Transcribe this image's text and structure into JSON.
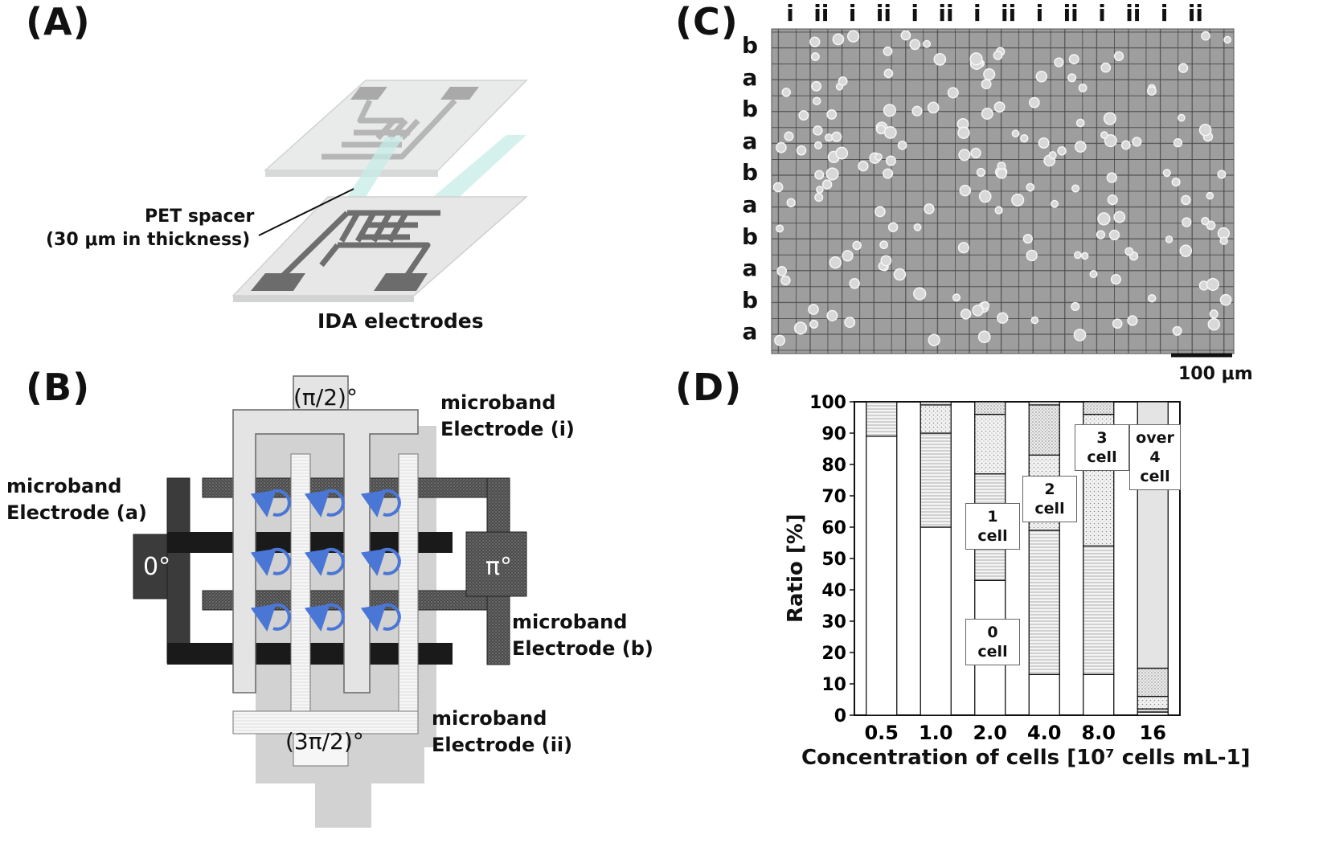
{
  "panels": {
    "a": {
      "label": "(A)",
      "spacer_line1": "PET spacer",
      "spacer_line2": "(30 μm in thickness)",
      "ida": "IDA electrodes"
    },
    "b": {
      "label": "(B)",
      "phase_top": "(π/2)°",
      "phase_bottom": "(3π/2)°",
      "phase_left": "0°",
      "phase_right": "π°",
      "electrode_i_line1": "microband",
      "electrode_i_line2": "Electrode (i)",
      "electrode_a_line1": "microband",
      "electrode_a_line2": "Electrode (a)",
      "electrode_b_line1": "microband",
      "electrode_b_line2": "Electrode (b)",
      "electrode_ii_line1": "microband",
      "electrode_ii_line2": "Electrode (ii)"
    },
    "c": {
      "label": "(C)",
      "column_labels": [
        "i",
        "ii",
        "i",
        "ii",
        "i",
        "ii",
        "i",
        "ii",
        "i",
        "ii",
        "i",
        "ii",
        "i",
        "ii"
      ],
      "row_labels": [
        "b",
        "a",
        "b",
        "a",
        "b",
        "a",
        "b",
        "a",
        "b",
        "a"
      ],
      "scale_bar": "100 μm"
    },
    "d": {
      "label": "(D)"
    }
  },
  "chart_data": {
    "type": "bar",
    "stacked": true,
    "ylabel": "Ratio [%]",
    "xlabel": "Concentration of cells [10⁷ cells mL-1]",
    "ylim": [
      0,
      100
    ],
    "yticks": [
      "0",
      "10",
      "20",
      "30",
      "40",
      "50",
      "60",
      "70",
      "80",
      "90",
      "100"
    ],
    "categories": [
      "0.5",
      "1.0",
      "2.0",
      "4.0",
      "8.0",
      "16"
    ],
    "series": [
      {
        "name": "0 cell",
        "values": [
          89,
          60,
          43,
          13,
          13,
          1
        ]
      },
      {
        "name": "1 cell",
        "values": [
          11,
          30,
          34,
          46,
          41,
          1
        ]
      },
      {
        "name": "2 cell",
        "values": [
          0,
          9,
          19,
          24,
          42,
          4
        ]
      },
      {
        "name": "3 cell",
        "values": [
          0,
          1,
          4,
          16,
          4,
          9
        ]
      },
      {
        "name": "over 4 cell",
        "values": [
          0,
          0,
          0,
          1,
          0,
          85
        ]
      }
    ],
    "annotations": [
      {
        "line1": "0",
        "line2": "cell"
      },
      {
        "line1": "1",
        "line2": "cell"
      },
      {
        "line1": "2",
        "line2": "cell"
      },
      {
        "line1": "3",
        "line2": "cell"
      },
      {
        "line1": "over",
        "line2": "4",
        "line3": "cell"
      }
    ],
    "colors": {
      "0 cell": "#ffffff",
      "1 cell": "#d4d4d4",
      "2 cell": "#e2e2e2",
      "3 cell": "#dcdcdc",
      "over 4 cell": "#e6e6e6",
      "electrode_dark": "#3a3a3a",
      "electrode_light": "#e4e4e4",
      "arrow": "#4a76d6"
    }
  }
}
